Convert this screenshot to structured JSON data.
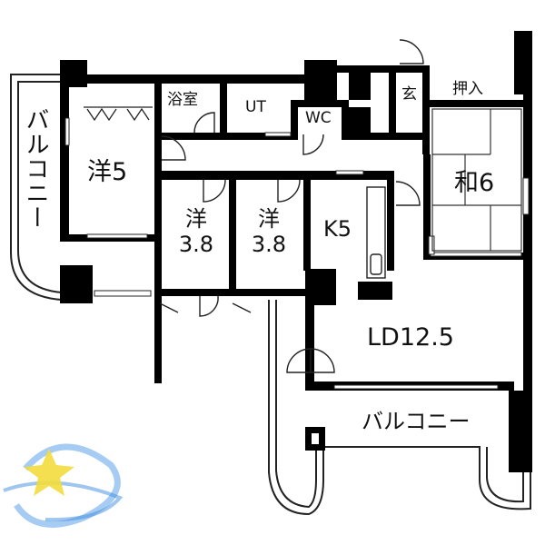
{
  "rooms": {
    "western_5": "洋5",
    "western_38_a_top": "洋",
    "western_38_a_size": "3.8",
    "western_38_b_top": "洋",
    "western_38_b_size": "3.8",
    "kitchen": "K5",
    "living_dining": "LD12.5",
    "japanese_6": "和6",
    "bathroom": "浴室",
    "utility": "UT",
    "toilet": "WC",
    "entrance": "玄",
    "closet": "押入"
  },
  "balconies": {
    "west": "バルコニー",
    "south": "バルコニー"
  },
  "logo": {
    "star_color": "#f2dc3c",
    "swirl_color": "#3f8ee0"
  }
}
